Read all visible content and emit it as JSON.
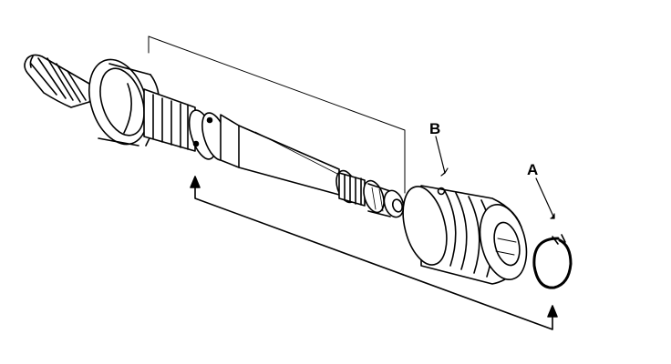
{
  "diagram": {
    "callouts": {
      "a": "A",
      "b": "B"
    },
    "parts": [
      {
        "id": "pinion-shaft",
        "icon": "pinion-gear-shaft-icon"
      },
      {
        "id": "seal-b",
        "icon": "seal-ring-icon"
      },
      {
        "id": "snap-ring-a",
        "icon": "snap-ring-icon"
      }
    ],
    "colors": {
      "line": "#000000",
      "background": "#ffffff"
    }
  }
}
